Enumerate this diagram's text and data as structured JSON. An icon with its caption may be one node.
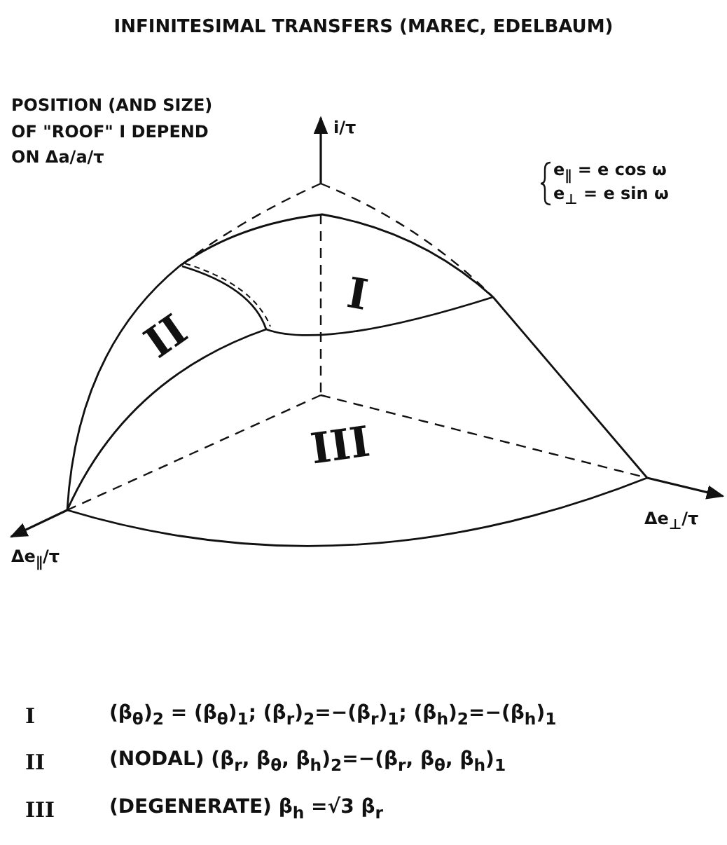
{
  "diagram": {
    "title": "INFINITESIMAL TRANSFERS (MAREC, EDELBAUM)",
    "labels": [
      "POSITION (AND SIZE) OF \"ROOF\" I DEPEND ON Δa/a/τ",
      "i/τ",
      "e$_{∥}$ = e cos ω",
      "e$_{⊥}$ = e sin ω",
      "I",
      "II",
      "III",
      "Δe$_{∥}$/τ",
      "Δe$_{⊥}$/τ",
      "I",
      "(β$_{θ}$)$_{2}$ = (β$_{θ}$)$_{1}$; (β$_{r}$)$_{2}$=−(β$_{r}$)$_{1}$; (β$_{h}$)$_{2}$=−(β$_{h}$)$_{1}$",
      "II",
      "(NODAL) (β$_{r}$, β$_{θ}$, β$_{h}$)$_{2}$=−(β$_{r}$, β$_{θ}$, β$_{h}$)$_{1}$",
      "III",
      "(DEGENERATE)  β$_{h}$ =√3 β$_{r}$"
    ]
  }
}
